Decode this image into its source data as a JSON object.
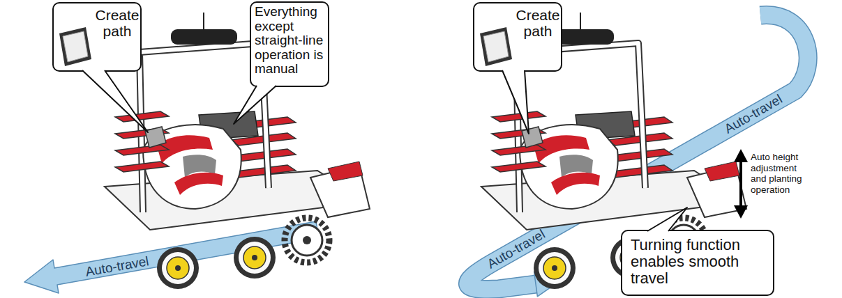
{
  "diagram": {
    "nodes": [
      {
        "text": [
          "Create path"
        ]
      },
      {
        "text": [
          "Everything except straight-line operation is manual"
        ]
      },
      {
        "text": [
          "Create path"
        ]
      },
      {
        "text": [
          "Turning function enables smooth travel"
        ]
      }
    ],
    "labels": [
      "Auto-travel",
      "Auto-travel",
      "Auto-travel",
      "Auto height adjustment and planting operation"
    ]
  }
}
